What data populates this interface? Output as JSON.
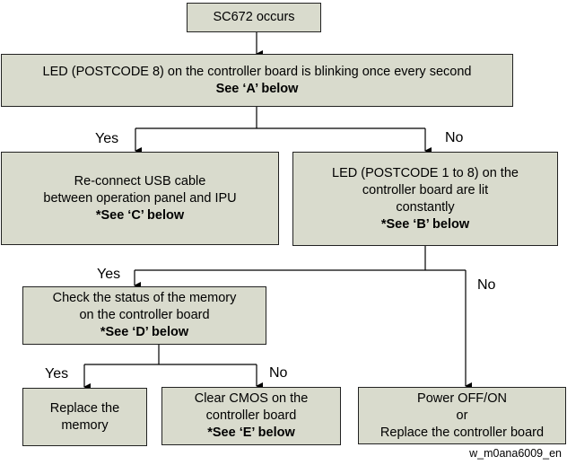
{
  "nodes": {
    "start": {
      "lines": [
        "SC672 occurs"
      ]
    },
    "q1": {
      "lines": [
        "LED (POSTCODE 8) on the controller board is blinking once every second"
      ],
      "bold": "See ‘A’ below"
    },
    "usb": {
      "lines": [
        "Re-connect USB cable",
        "between operation panel and IPU"
      ],
      "bold": "*See ‘C’ below"
    },
    "q2": {
      "lines": [
        "LED (POSTCODE 1 to 8)  on the",
        "controller board are lit",
        "constantly"
      ],
      "bold": "*See ‘B’ below"
    },
    "memory": {
      "lines": [
        "Check the status of the memory",
        "on the controller board"
      ],
      "bold": "*See ‘D’ below"
    },
    "replace": {
      "lines": [
        "Replace the",
        "memory"
      ]
    },
    "cmos": {
      "lines": [
        "Clear CMOS on the",
        "controller board"
      ],
      "bold": "*See ‘E’ below"
    },
    "power": {
      "lines": [
        "Power OFF/ON",
        "or",
        "Replace the controller board"
      ]
    }
  },
  "labels": {
    "yes1": "Yes",
    "no1": "No",
    "yes2": "Yes",
    "no2": "No",
    "yes3": "Yes",
    "no3": "No"
  },
  "caption": "w_m0ana6009_en"
}
